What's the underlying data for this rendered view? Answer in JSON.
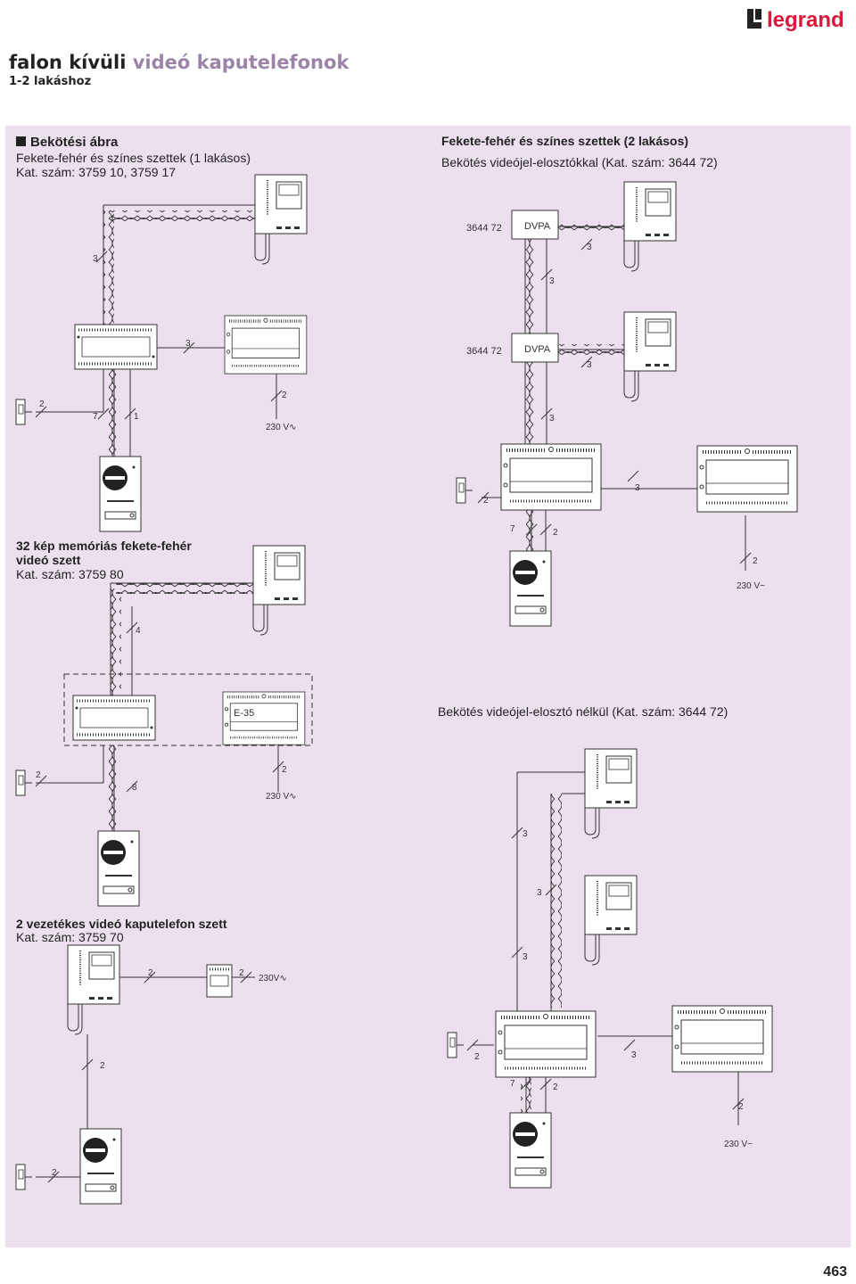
{
  "brand": {
    "name": "legrand",
    "accent": "#d8193c"
  },
  "header": {
    "title_main": "falon kívüli",
    "title_highlight": "videó kaputelefonok",
    "subtitle": "1-2 lakáshoz"
  },
  "colors": {
    "panel": "#ece0ee",
    "line": "#333333"
  },
  "section1": {
    "heading": "Bekötési ábra",
    "line1": "Fekete-fehér és színes szettek (1 lakásos)",
    "line2": "Kat. szám: 3759 10, 3759 17",
    "wire_3": "3",
    "wire_7": "7",
    "wire_1": "1",
    "wire_2a": "2",
    "wire_2b": "2",
    "power": "230 V"
  },
  "section2": {
    "heading": "Fekete-fehér és színes szettek (2 lakásos)",
    "subheading": "Bekötés videójel-elosztókkal (Kat. szám: 3644 72)",
    "dvpa_cat": "3644 72",
    "dvpa1": "DVPA",
    "dvpa2": "DVPA",
    "w3a": "3",
    "w3b": "3",
    "w3c": "3",
    "w3d": "3",
    "w3e": "3",
    "w2a": "2",
    "w7": "7",
    "w2b": "2",
    "w2c": "2",
    "power": "230 V~"
  },
  "section3": {
    "heading": "32 kép memóriás fekete-fehér",
    "heading2": "videó szett",
    "cat": "Kat. szám: 3759 80",
    "module": "E-35",
    "w4": "4",
    "w8": "8",
    "w2a": "2",
    "w2b": "2",
    "power": "230 V"
  },
  "section4": {
    "heading": "Bekötés videójel-elosztó nélkül (Kat. szám: 3644 72)",
    "w3a": "3",
    "w3b": "3",
    "w3c": "3",
    "w2a": "2",
    "w3d": "3",
    "w7": "7",
    "w2b": "2",
    "w2c": "2",
    "power": "230 V~"
  },
  "section5": {
    "heading": "2 vezetékes videó kaputelefon szett",
    "cat": "Kat. szám: 3759 70",
    "w2a": "2",
    "w2b": "2",
    "power": "230V",
    "w2c": "2",
    "w2d": "2"
  },
  "footer": {
    "page_number": "463"
  }
}
